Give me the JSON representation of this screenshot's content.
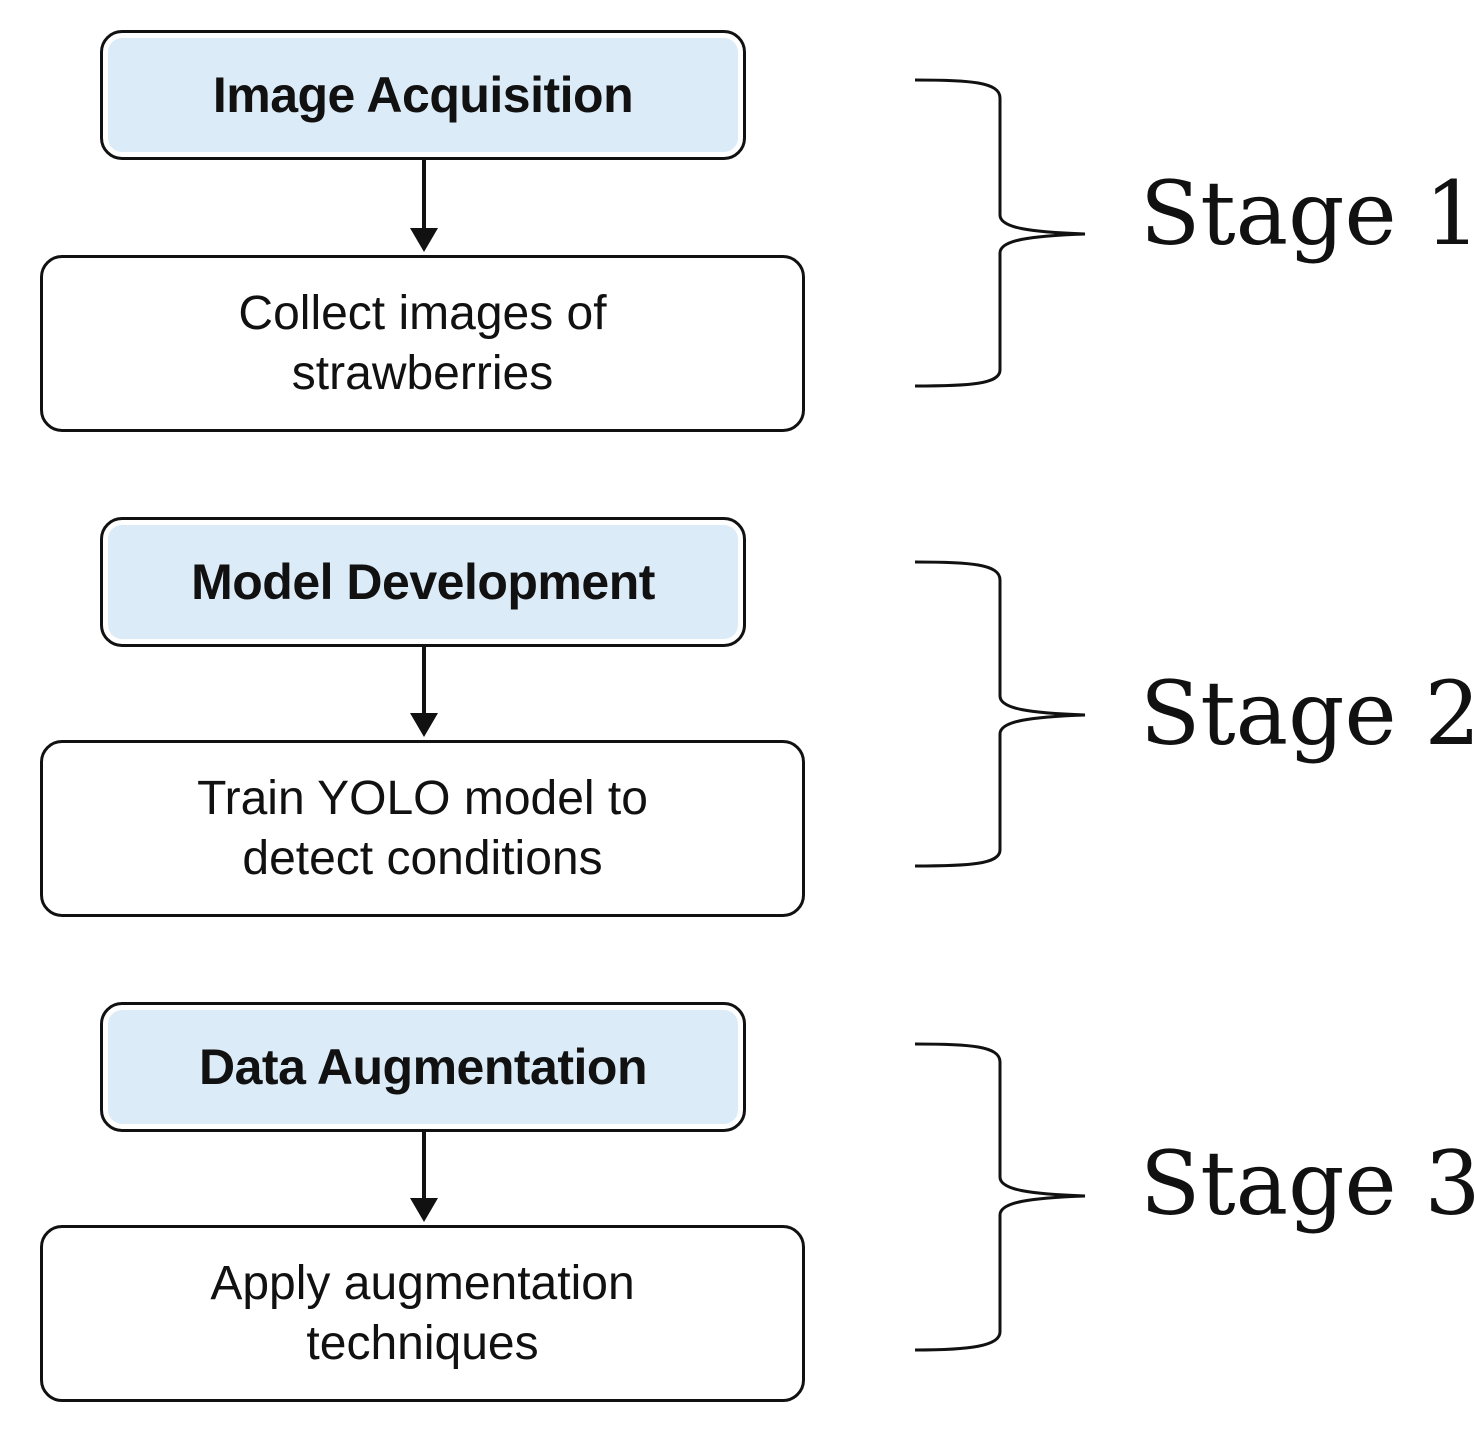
{
  "stages": [
    {
      "label": "Stage 1",
      "header": "Image Acquisition",
      "description": "Collect images of strawberries"
    },
    {
      "label": "Stage 2",
      "header": "Model Development",
      "description": "Train YOLO model to detect conditions"
    },
    {
      "label": "Stage 3",
      "header": "Data Augmentation",
      "description": "Apply augmentation techniques"
    }
  ],
  "colors": {
    "header_fill": "#dcebf8",
    "stroke": "#111111",
    "background": "#ffffff"
  }
}
